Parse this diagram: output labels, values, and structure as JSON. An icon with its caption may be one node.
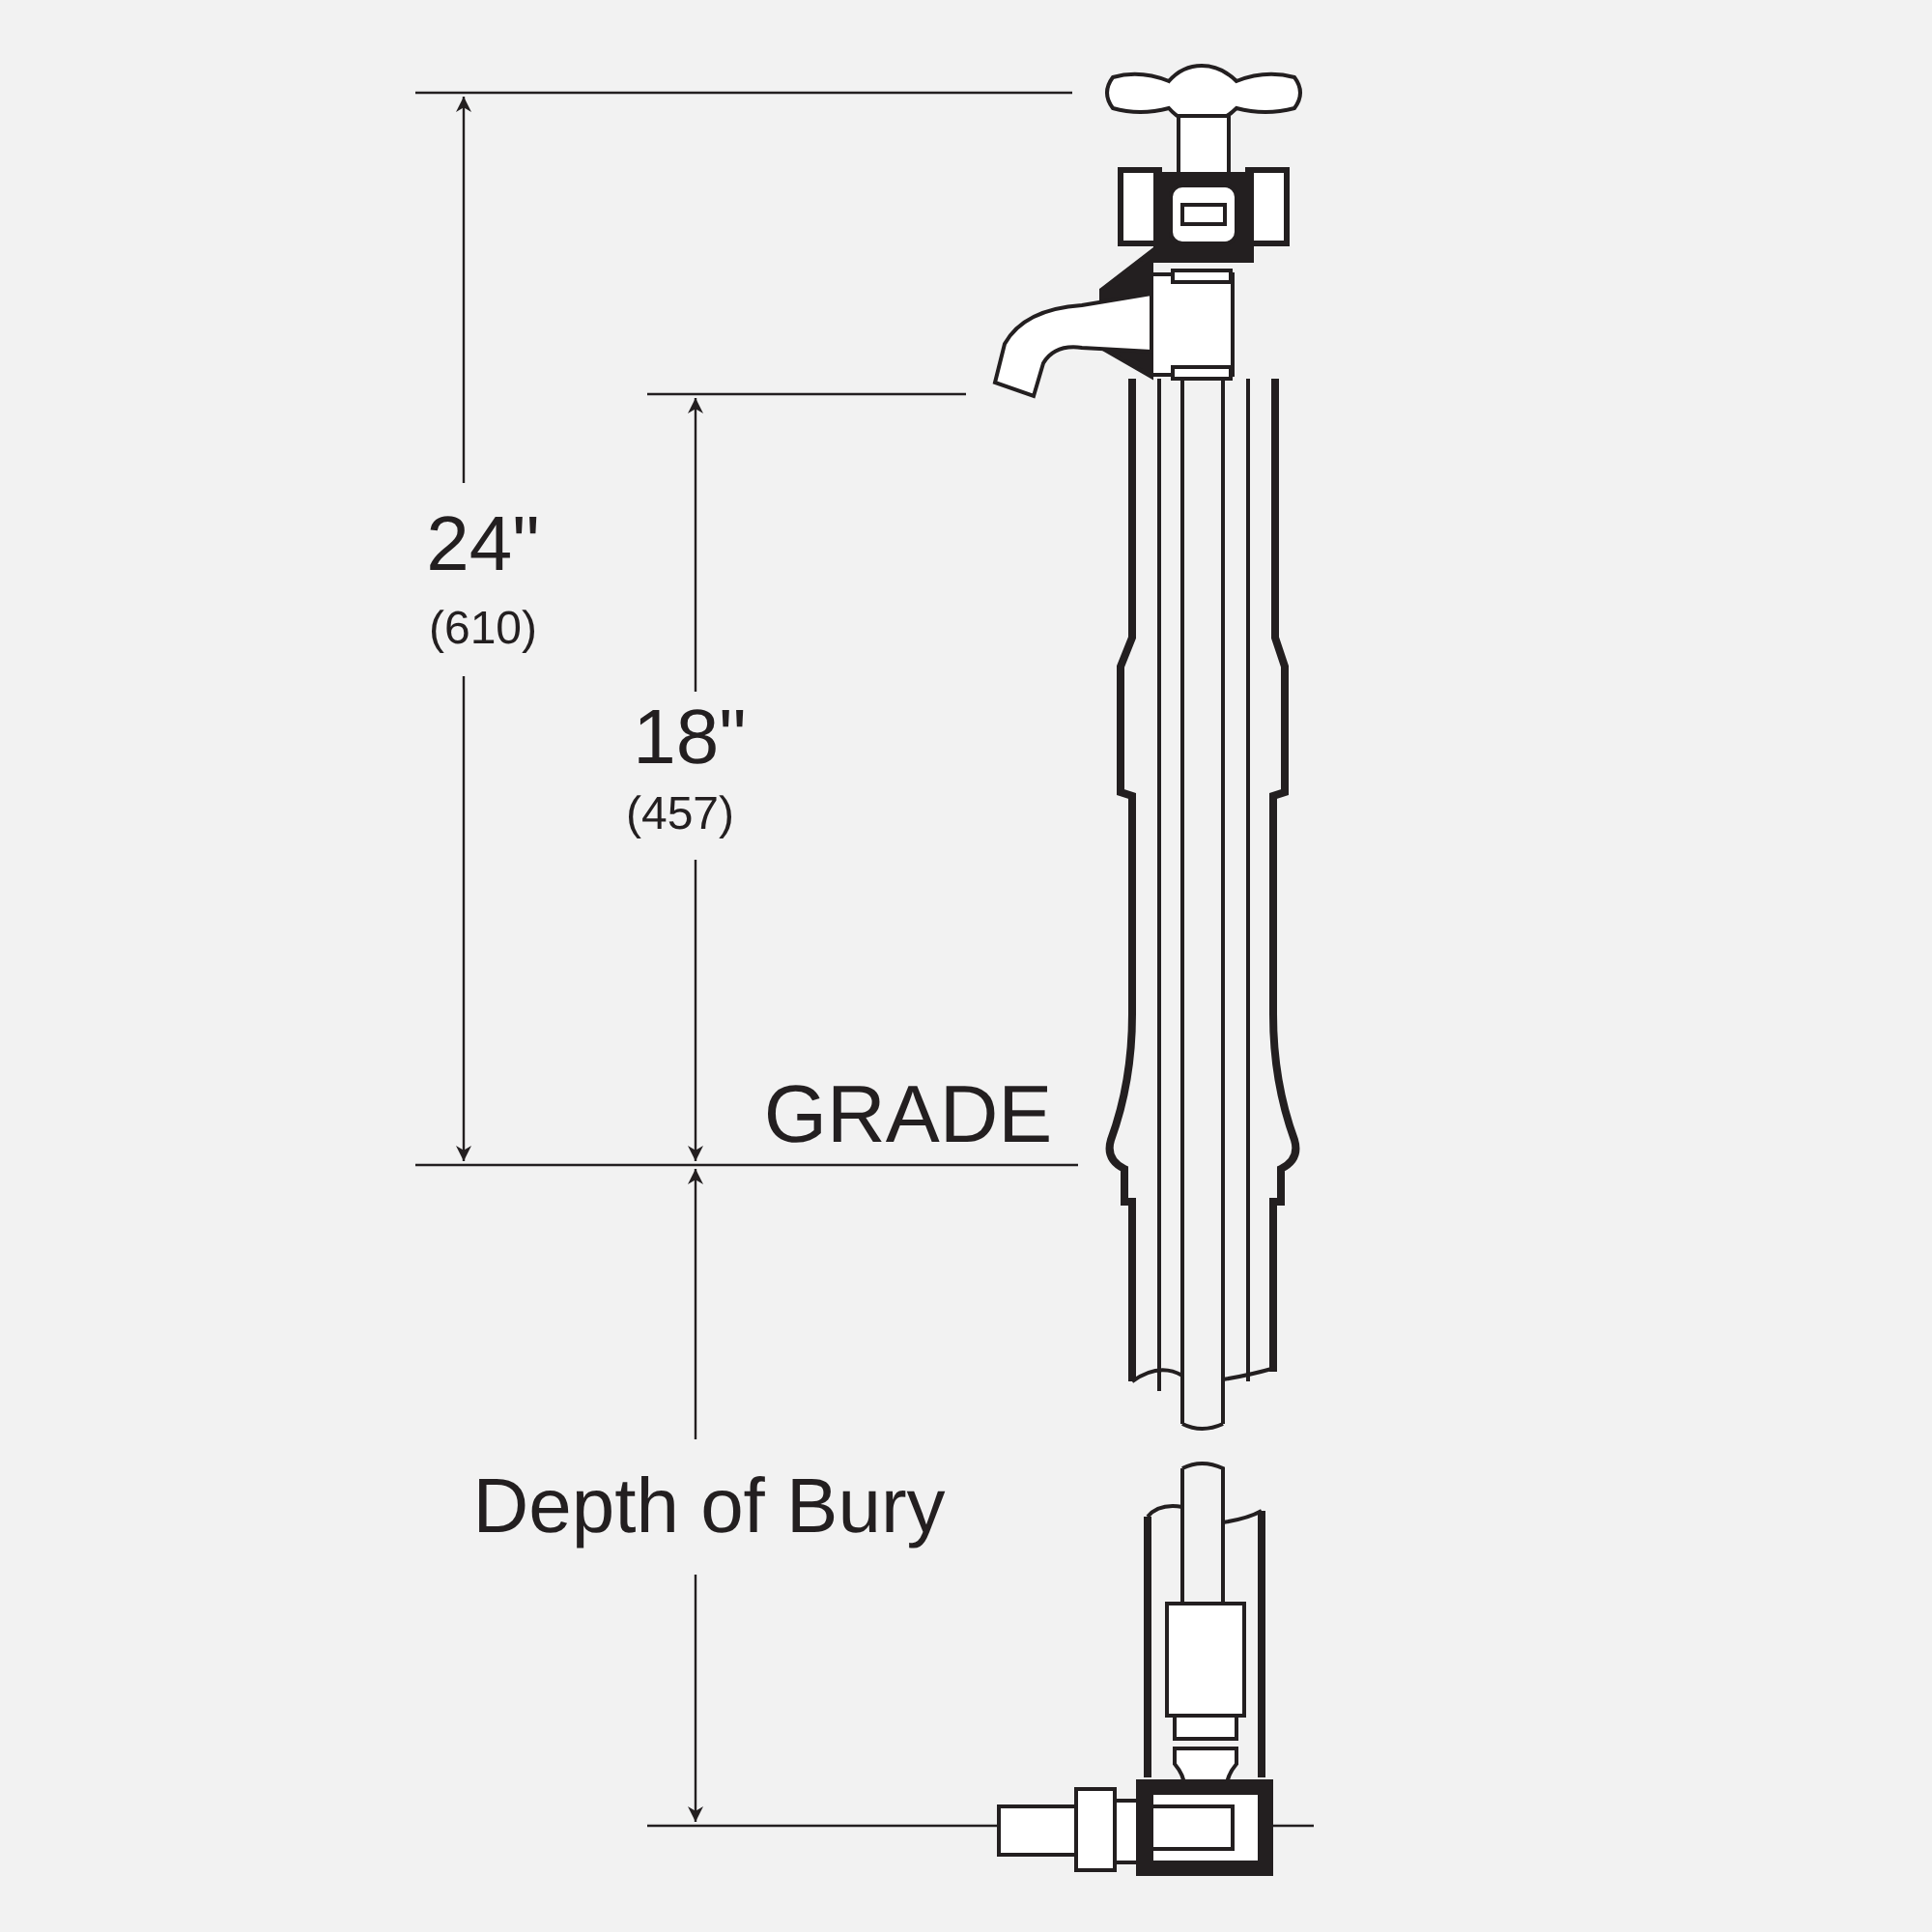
{
  "diagram": {
    "labels": [
      "24\"",
      "(610)",
      "18\"",
      "(457)",
      "GRADE",
      "Depth of Bury"
    ]
  }
}
